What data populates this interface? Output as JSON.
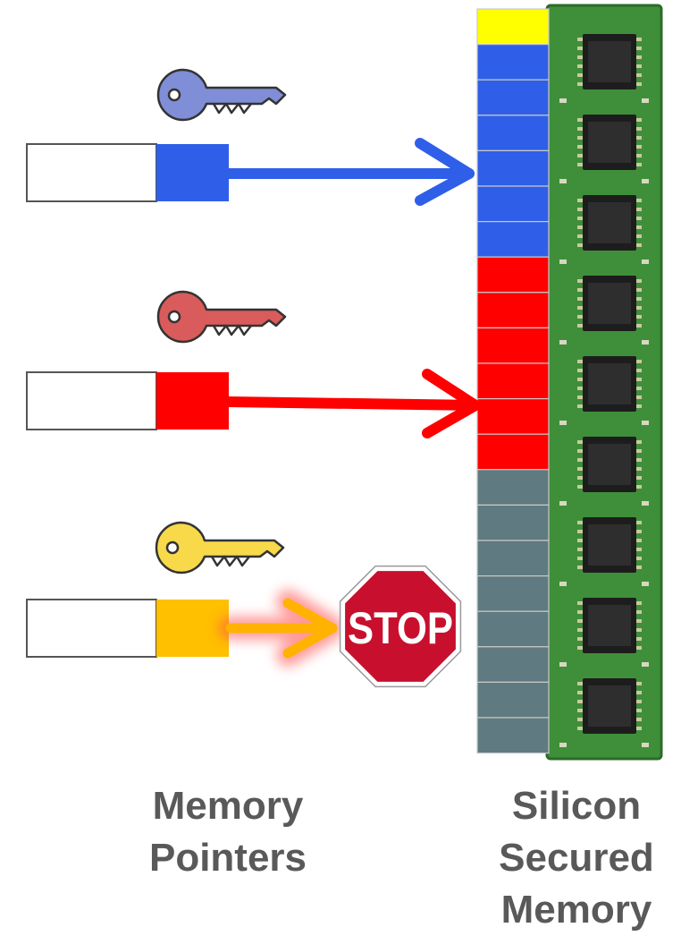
{
  "captions": {
    "pointers": [
      "Memory",
      "Pointers"
    ],
    "memory": [
      "Silicon",
      "Secured",
      "Memory"
    ]
  },
  "stop_sign": {
    "text": "STOP",
    "color": "#c8102e"
  },
  "colors": {
    "blue": "#2f5fe8",
    "red": "#ff0000",
    "gold": "#ffc000",
    "yellow": "#ffff00",
    "gray": "#5f7a80",
    "key_blue": "#7f8ed6",
    "key_red": "#d95b5b",
    "key_gold": "#f7d94a",
    "pcb_green": "#3f8f3a"
  },
  "memory_blocks": [
    "yellow",
    "blue",
    "blue",
    "blue",
    "blue",
    "blue",
    "blue",
    "red",
    "red",
    "red",
    "red",
    "red",
    "red",
    "gray",
    "gray",
    "gray",
    "gray",
    "gray",
    "gray",
    "gray",
    "gray"
  ],
  "pointers": [
    {
      "color": "blue",
      "key": "key_blue",
      "outcome": "access"
    },
    {
      "color": "red",
      "key": "key_red",
      "outcome": "access"
    },
    {
      "color": "gold",
      "key": "key_gold",
      "outcome": "stop"
    }
  ]
}
